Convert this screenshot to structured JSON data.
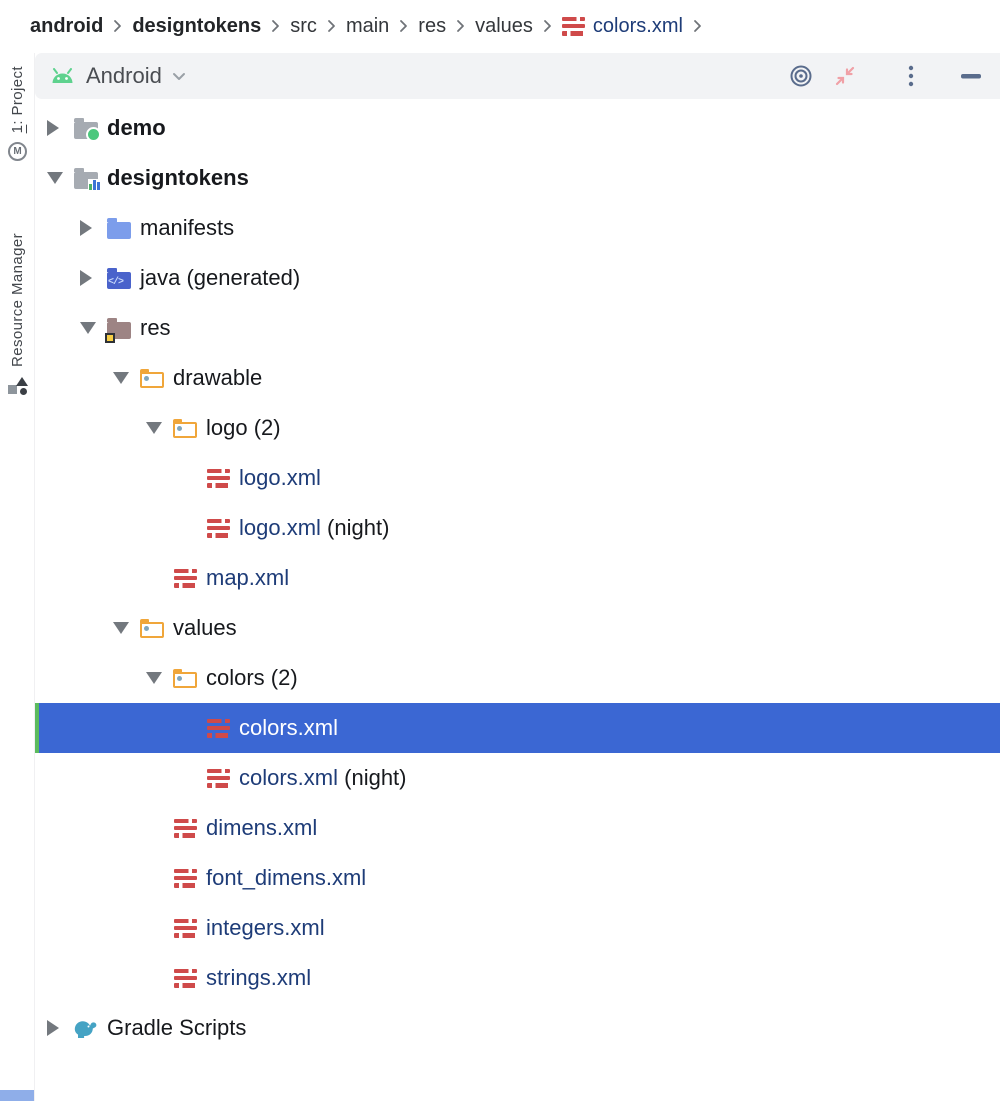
{
  "breadcrumb": {
    "items": [
      {
        "label": "android",
        "bold": true
      },
      {
        "label": "designtokens",
        "bold": true
      },
      {
        "label": "src",
        "bold": false
      },
      {
        "label": "main",
        "bold": false
      },
      {
        "label": "res",
        "bold": false
      },
      {
        "label": "values",
        "bold": false
      },
      {
        "label": "colors.xml",
        "bold": false,
        "icon": "xml-file-icon",
        "link": true
      }
    ],
    "trailing_separator": true
  },
  "toolwindow_header": {
    "title": "Android",
    "dropdown_icon": "chevron-down-icon",
    "android_icon": "android-logo-icon",
    "actions": [
      {
        "name": "locate-selected-file-button",
        "icon": "bullseye-icon"
      },
      {
        "name": "collapse-window-button",
        "icon": "collapse-arrows-icon"
      },
      {
        "name": "more-options-button",
        "icon": "kebab-menu-icon"
      },
      {
        "name": "hide-toolwindow-button",
        "icon": "minimize-icon"
      }
    ]
  },
  "left_stripe": {
    "project_button": {
      "mnemonic": "1",
      "label_rest": ": Project",
      "icon": "circled-m-icon"
    },
    "resource_manager_button": {
      "label": "Resource Manager",
      "icon": "shapes-icon"
    }
  },
  "tree": {
    "rows": [
      {
        "label": "demo",
        "icon": "module-folder-app-icon",
        "level": 0,
        "expand": "collapsed",
        "bold": true,
        "file": false,
        "selected": false,
        "suffix": ""
      },
      {
        "label": "designtokens",
        "icon": "module-folder-lib-icon",
        "level": 0,
        "expand": "expanded",
        "bold": true,
        "file": false,
        "selected": false,
        "suffix": ""
      },
      {
        "label": "manifests",
        "icon": "manifests-folder-icon",
        "level": 1,
        "expand": "collapsed",
        "bold": false,
        "file": false,
        "selected": false,
        "suffix": ""
      },
      {
        "label": "java (generated)",
        "icon": "java-folder-icon",
        "level": 1,
        "expand": "collapsed",
        "bold": false,
        "file": false,
        "selected": false,
        "suffix": ""
      },
      {
        "label": "res",
        "icon": "res-folder-icon",
        "level": 1,
        "expand": "expanded",
        "bold": false,
        "file": false,
        "selected": false,
        "suffix": ""
      },
      {
        "label": "drawable",
        "icon": "resource-folder-icon",
        "level": 2,
        "expand": "expanded",
        "bold": false,
        "file": false,
        "selected": false,
        "suffix": ""
      },
      {
        "label": "logo (2)",
        "icon": "resource-folder-icon",
        "level": 3,
        "expand": "expanded",
        "bold": false,
        "file": false,
        "selected": false,
        "suffix": ""
      },
      {
        "label": "logo.xml",
        "icon": "xml-file-icon",
        "level": 4,
        "expand": null,
        "bold": false,
        "file": true,
        "selected": false,
        "suffix": ""
      },
      {
        "label": "logo.xml",
        "icon": "xml-file-icon",
        "level": 4,
        "expand": null,
        "bold": false,
        "file": true,
        "selected": false,
        "suffix": " (night)"
      },
      {
        "label": "map.xml",
        "icon": "xml-file-icon",
        "level": 3,
        "expand": null,
        "bold": false,
        "file": true,
        "selected": false,
        "suffix": ""
      },
      {
        "label": "values",
        "icon": "resource-folder-icon",
        "level": 2,
        "expand": "expanded",
        "bold": false,
        "file": false,
        "selected": false,
        "suffix": ""
      },
      {
        "label": "colors (2)",
        "icon": "resource-folder-icon",
        "level": 3,
        "expand": "expanded",
        "bold": false,
        "file": false,
        "selected": false,
        "suffix": ""
      },
      {
        "label": "colors.xml",
        "icon": "xml-file-icon",
        "level": 4,
        "expand": null,
        "bold": false,
        "file": true,
        "selected": true,
        "suffix": ""
      },
      {
        "label": "colors.xml",
        "icon": "xml-file-icon",
        "level": 4,
        "expand": null,
        "bold": false,
        "file": true,
        "selected": false,
        "suffix": " (night)"
      },
      {
        "label": "dimens.xml",
        "icon": "xml-file-icon",
        "level": 3,
        "expand": null,
        "bold": false,
        "file": true,
        "selected": false,
        "suffix": ""
      },
      {
        "label": "font_dimens.xml",
        "icon": "xml-file-icon",
        "level": 3,
        "expand": null,
        "bold": false,
        "file": true,
        "selected": false,
        "suffix": ""
      },
      {
        "label": "integers.xml",
        "icon": "xml-file-icon",
        "level": 3,
        "expand": null,
        "bold": false,
        "file": true,
        "selected": false,
        "suffix": ""
      },
      {
        "label": "strings.xml",
        "icon": "xml-file-icon",
        "level": 3,
        "expand": null,
        "bold": false,
        "file": true,
        "selected": false,
        "suffix": ""
      },
      {
        "label": "Gradle Scripts",
        "icon": "gradle-elephant-icon",
        "level": 0,
        "expand": "collapsed",
        "bold": false,
        "file": false,
        "selected": false,
        "suffix": ""
      }
    ]
  },
  "colors": {
    "selection_bg": "#3B67D3",
    "selection_marker_green": "#5BBB5E",
    "xml_icon_red": "#CF4A4A",
    "file_link_blue": "#1E3C78",
    "header_bg": "#F2F3F5",
    "android_green": "#5ED28E",
    "pink_action": "#F0A0A6",
    "slate_icon": "#5A6C8C",
    "stripe_highlight_blue": "#8FAEE9"
  }
}
